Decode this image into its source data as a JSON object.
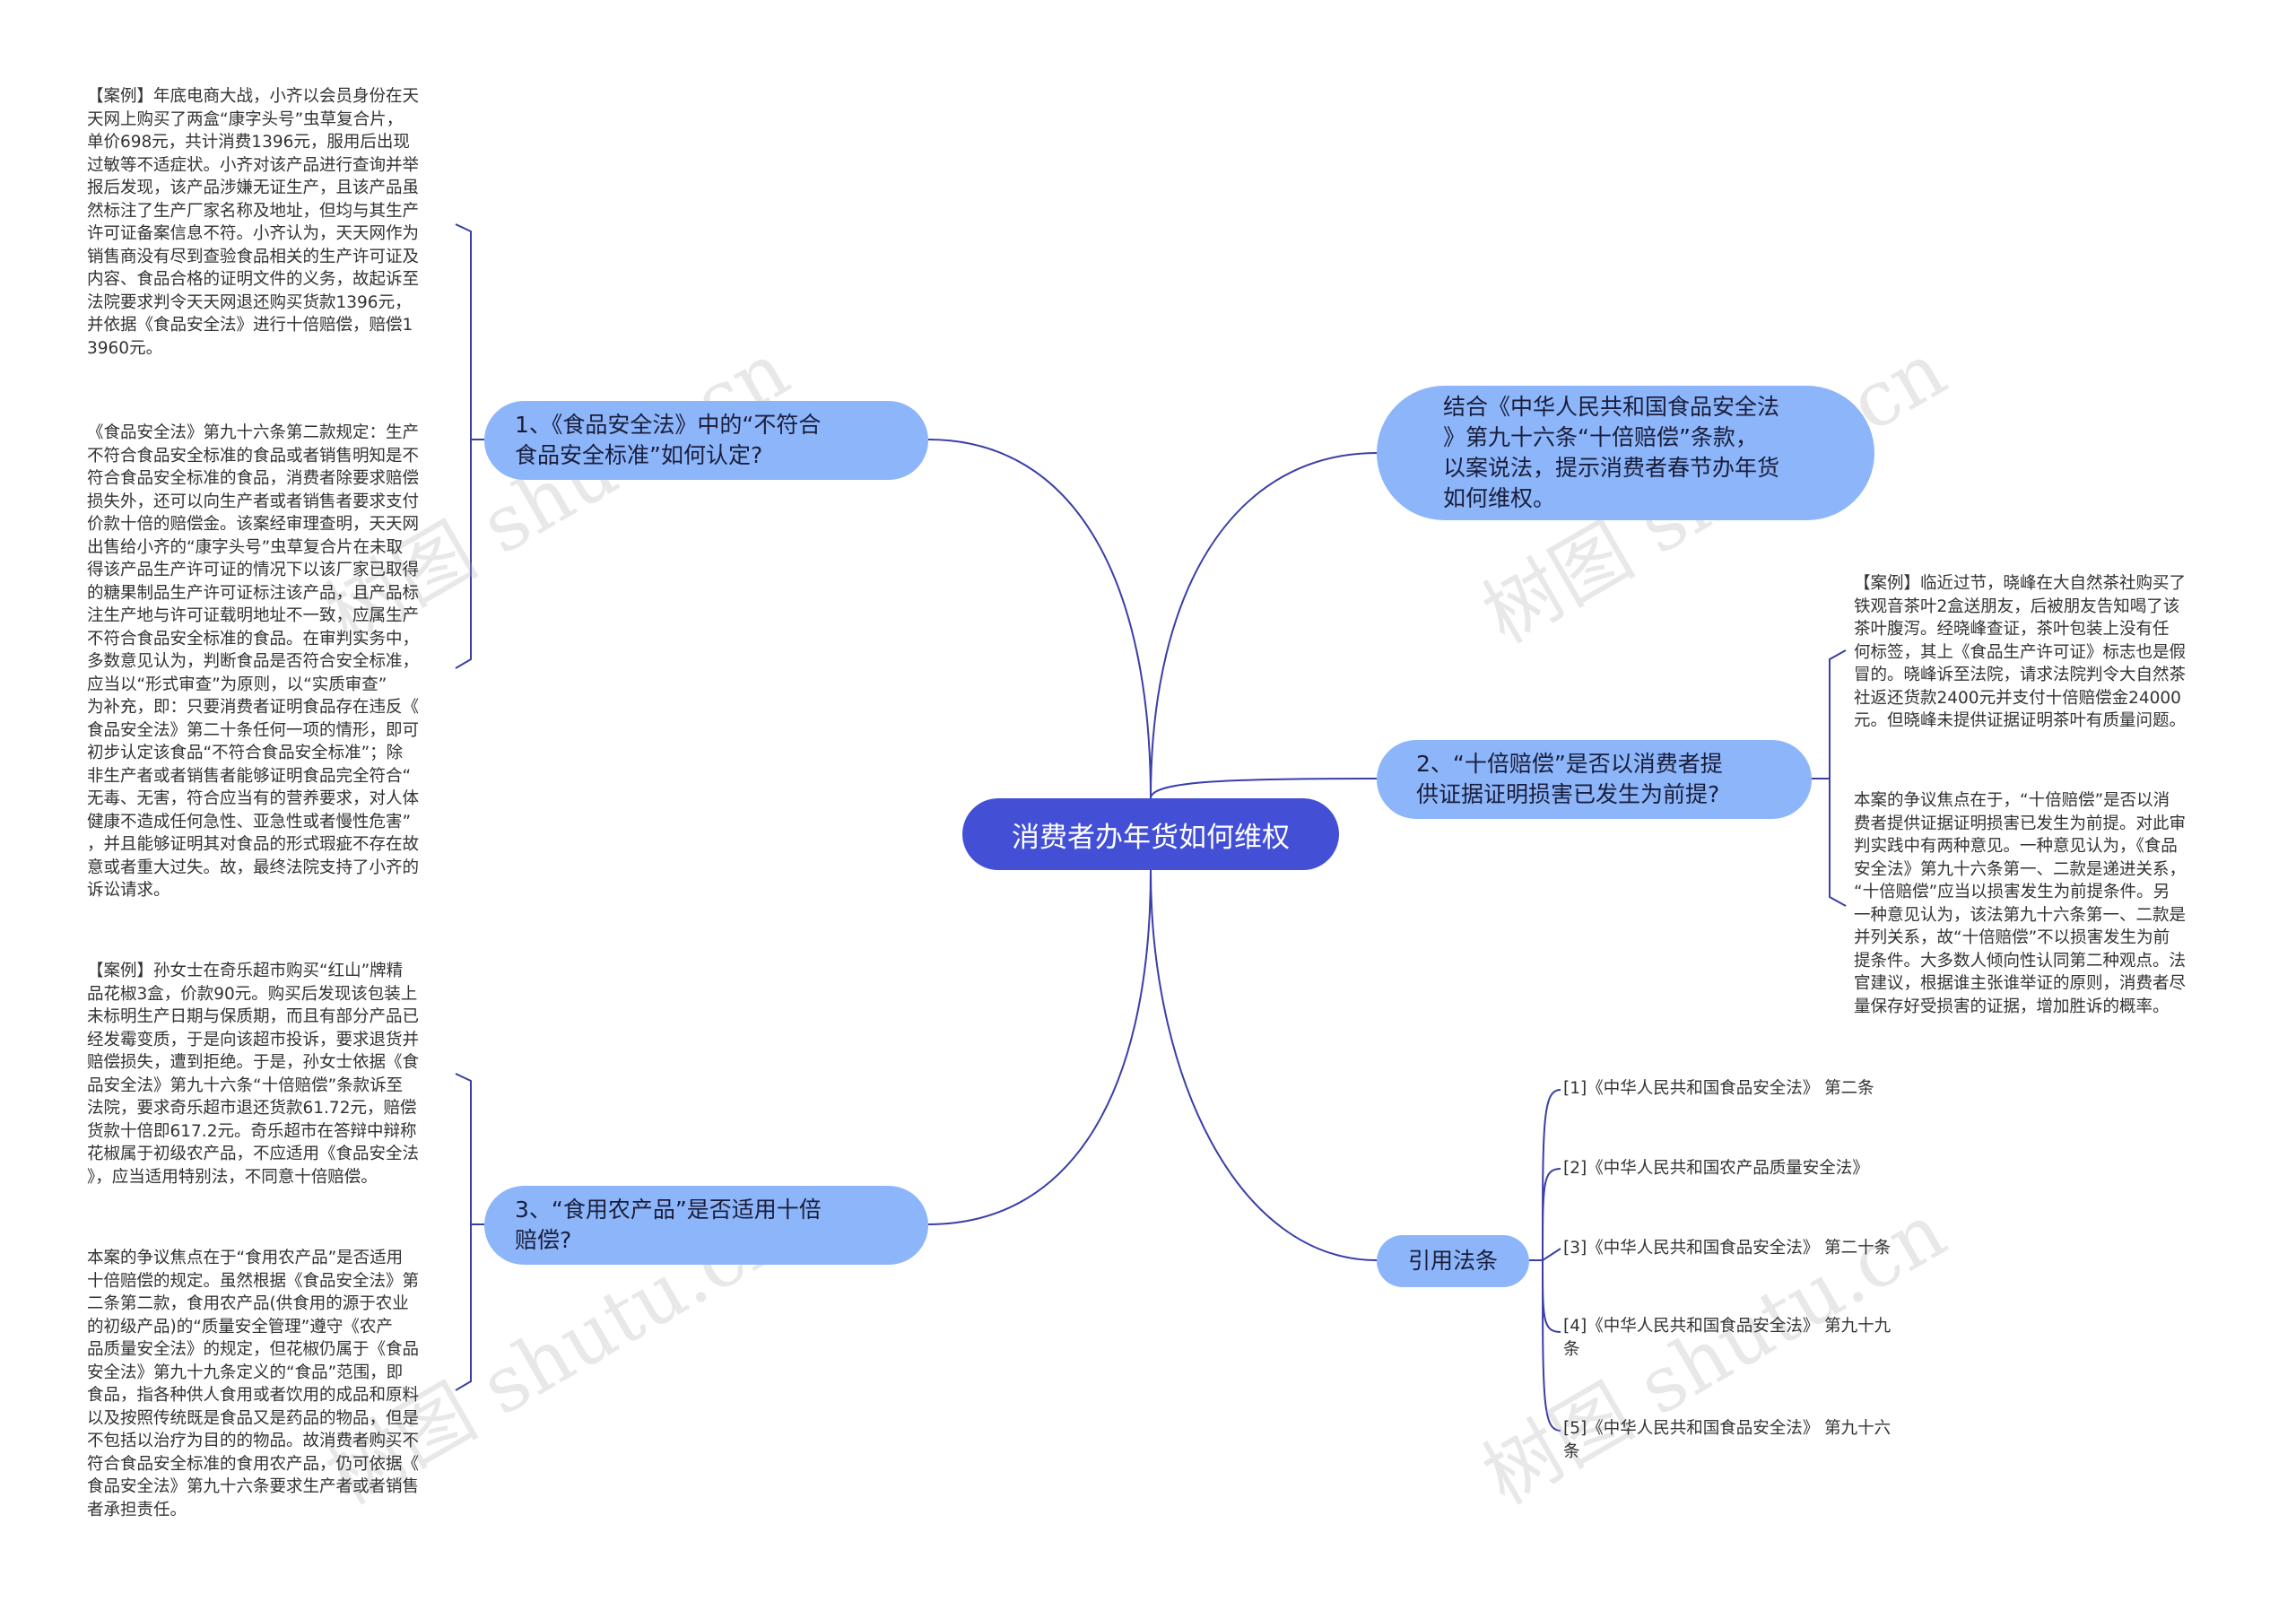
{
  "root": {
    "title": "消费者办年货如何维权"
  },
  "branches": [
    {
      "title": "1、《食品安全法》中的“不符合\n食品安全标准”如何认定?",
      "leaves": [
        "【案例】年底电商大战，小齐以会员身份在天\n天网上购买了两盒“康字头号”虫草复合片，\n单价698元，共计消费1396元，服用后出现\n过敏等不适症状。小齐对该产品进行查询并举\n报后发现，该产品涉嫌无证生产，且该产品虽\n然标注了生产厂家名称及地址，但均与其生产\n许可证备案信息不符。小齐认为，天天网作为\n销售商没有尽到查验食品相关的生产许可证及\n内容、食品合格的证明文件的义务，故起诉至\n法院要求判令天天网退还购买货款1396元，\n并依据《食品安全法》进行十倍赔偿，赔偿1\n3960元。",
        "《食品安全法》第九十六条第二款规定：生产\n不符合食品安全标准的食品或者销售明知是不\n符合食品安全标准的食品，消费者除要求赔偿\n损失外，还可以向生产者或者销售者要求支付\n价款十倍的赔偿金。该案经审理查明，天天网\n出售给小齐的“康字头号”虫草复合片在未取\n得该产品生产许可证的情况下以该厂家已取得\n的糖果制品生产许可证标注该产品，且产品标\n注生产地与许可证载明地址不一致，应属生产\n不符合食品安全标准的食品。在审判实务中，\n多数意见认为，判断食品是否符合安全标准，\n应当以“形式审查”为原则，以“实质审查”\n为补充，即：只要消费者证明食品存在违反《\n食品安全法》第二十条任何一项的情形，即可\n初步认定该食品“不符合食品安全标准”；除\n非生产者或者销售者能够证明食品完全符合“\n无毒、无害，符合应当有的营养要求，对人体\n健康不造成任何急性、亚急性或者慢性危害”\n，并且能够证明其对食品的形式瑕疵不存在故\n意或者重大过失。故，最终法院支持了小齐的\n诉讼请求。"
      ]
    },
    {
      "title": "3、“食用农产品”是否适用十倍\n赔偿?",
      "leaves": [
        "【案例】孙女士在奇乐超市购买“红山”牌精\n品花椒3盒，价款90元。购买后发现该包装上\n未标明生产日期与保质期，而且有部分产品已\n经发霉变质，于是向该超市投诉，要求退货并\n赔偿损失，遭到拒绝。于是，孙女士依据《食\n品安全法》第九十六条“十倍赔偿”条款诉至\n法院，要求奇乐超市退还货款61.72元，赔偿\n货款十倍即617.2元。奇乐超市在答辩中辩称\n花椒属于初级农产品，不应适用《食品安全法\n》，应当适用特别法，不同意十倍赔偿。",
        "本案的争议焦点在于“食用农产品”是否适用\n十倍赔偿的规定。虽然根据《食品安全法》第\n二条第二款，食用农产品(供食用的源于农业\n的初级产品)的“质量安全管理”遵守《农产\n品质量安全法》的规定，但花椒仍属于《食品\n安全法》第九十九条定义的“食品”范围，即\n食品，指各种供人食用或者饮用的成品和原料\n以及按照传统既是食品又是药品的物品，但是\n不包括以治疗为目的的物品。故消费者购买不\n符合食品安全标准的食用农产品，仍可依据《\n食品安全法》第九十六条要求生产者或者销售\n者承担责任。"
      ]
    },
    {
      "title": "结合《中华人民共和国食品安全法\n》第九十六条“十倍赔偿”条款，\n以案说法，提示消费者春节办年货\n如何维权。",
      "leaves": []
    },
    {
      "title": "2、“十倍赔偿”是否以消费者提\n供证据证明损害已发生为前提?",
      "leaves": [
        "【案例】临近过节，晓峰在大自然茶社购买了\n铁观音茶叶2盒送朋友，后被朋友告知喝了该\n茶叶腹泻。经晓峰查证，茶叶包装上没有任\n何标签，其上《食品生产许可证》标志也是假\n冒的。晓峰诉至法院，请求法院判令大自然茶\n社返还货款2400元并支付十倍赔偿金24000\n元。但晓峰未提供证据证明茶叶有质量问题。",
        "本案的争议焦点在于，“十倍赔偿”是否以消\n费者提供证据证明损害已发生为前提。对此审\n判实践中有两种意见。一种意见认为，《食品\n安全法》第九十六条第一、二款是递进关系，\n“十倍赔偿”应当以损害发生为前提条件。另\n一种意见认为，该法第九十六条第一、二款是\n并列关系，故“十倍赔偿”不以损害发生为前\n提条件。大多数人倾向性认同第二种观点。法\n官建议，根据谁主张谁举证的原则，消费者尽\n量保存好受损害的证据，增加胜诉的概率。"
      ]
    },
    {
      "title": "引用法条",
      "leaves": [
        "[1]《中华人民共和国食品安全法》 第二条",
        "[2]《中华人民共和国农产品质量安全法》",
        "[3]《中华人民共和国食品安全法》 第二十条",
        "[4]《中华人民共和国食品安全法》 第九十九\n条",
        "[5]《中华人民共和国食品安全法》 第九十六\n条"
      ]
    }
  ],
  "watermark": "树图 shutu.cn",
  "colors": {
    "root_fill": "#4350d6",
    "branch_fill": "#8db6fa",
    "link_stroke": "#3a3fa8"
  }
}
